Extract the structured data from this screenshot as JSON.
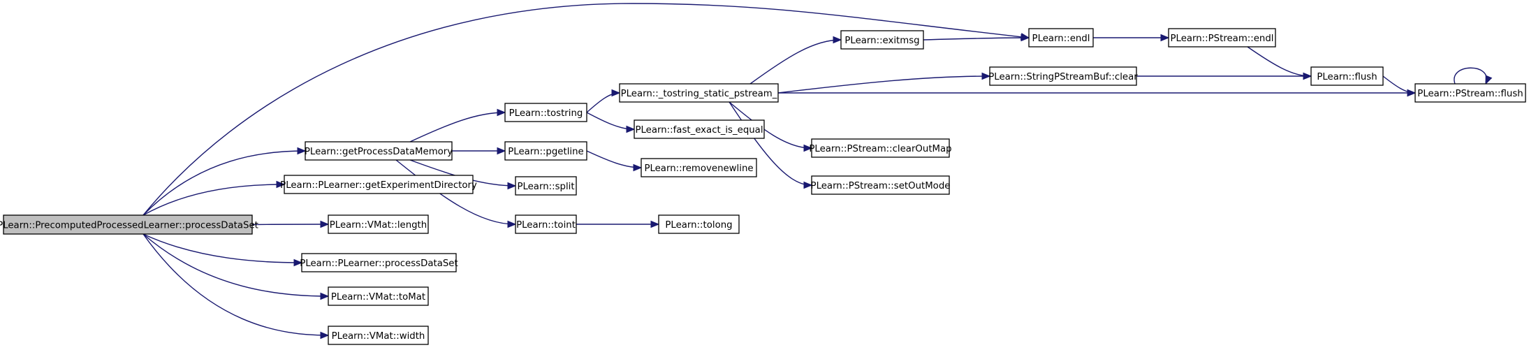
{
  "diagram": {
    "nodes": [
      {
        "id": "root",
        "label": "PLearn::PrecomputedProcessedLearner::processDataSet",
        "root": true
      },
      {
        "id": "gpdm",
        "label": "PLearn::getProcessDataMemory"
      },
      {
        "id": "ged",
        "label": "PLearn::PLearner::getExperimentDirectory"
      },
      {
        "id": "vlen",
        "label": "PLearn::VMat::length"
      },
      {
        "id": "ppds",
        "label": "PLearn::PLearner::processDataSet"
      },
      {
        "id": "vtomat",
        "label": "PLearn::VMat::toMat"
      },
      {
        "id": "vwid",
        "label": "PLearn::VMat::width"
      },
      {
        "id": "tostr",
        "label": "PLearn::tostring"
      },
      {
        "id": "pget",
        "label": "PLearn::pgetline"
      },
      {
        "id": "split",
        "label": "PLearn::split"
      },
      {
        "id": "toint",
        "label": "PLearn::toint"
      },
      {
        "id": "tssp",
        "label": "PLearn::_tostring_static_pstream_"
      },
      {
        "id": "feie",
        "label": "PLearn::fast_exact_is_equal"
      },
      {
        "id": "rnl",
        "label": "PLearn::removenewline"
      },
      {
        "id": "tolong",
        "label": "PLearn::tolong"
      },
      {
        "id": "exitm",
        "label": "PLearn::exitmsg"
      },
      {
        "id": "spbc",
        "label": "PLearn::StringPStreamBuf::clear"
      },
      {
        "id": "pscom",
        "label": "PLearn::PStream::clearOutMap"
      },
      {
        "id": "pssom",
        "label": "PLearn::PStream::setOutMode"
      },
      {
        "id": "endl",
        "label": "PLearn::endl"
      },
      {
        "id": "psendl",
        "label": "PLearn::PStream::endl"
      },
      {
        "id": "flush",
        "label": "PLearn::flush"
      },
      {
        "id": "psflush",
        "label": "PLearn::PStream::flush"
      }
    ],
    "edges": [
      [
        "root",
        "gpdm"
      ],
      [
        "root",
        "ged"
      ],
      [
        "root",
        "vlen"
      ],
      [
        "root",
        "ppds"
      ],
      [
        "root",
        "vtomat"
      ],
      [
        "root",
        "vwid"
      ],
      [
        "root",
        "endl"
      ],
      [
        "gpdm",
        "tostr"
      ],
      [
        "gpdm",
        "pget"
      ],
      [
        "gpdm",
        "split"
      ],
      [
        "gpdm",
        "toint"
      ],
      [
        "tostr",
        "tssp"
      ],
      [
        "tostr",
        "feie"
      ],
      [
        "pget",
        "rnl"
      ],
      [
        "toint",
        "tolong"
      ],
      [
        "tssp",
        "exitm"
      ],
      [
        "tssp",
        "spbc"
      ],
      [
        "tssp",
        "pscom"
      ],
      [
        "tssp",
        "pssom"
      ],
      [
        "tssp",
        "psflush"
      ],
      [
        "exitm",
        "endl"
      ],
      [
        "endl",
        "psendl"
      ],
      [
        "psendl",
        "flush"
      ],
      [
        "spbc",
        "flush"
      ],
      [
        "flush",
        "psflush"
      ],
      [
        "psflush",
        "psflush"
      ]
    ]
  }
}
